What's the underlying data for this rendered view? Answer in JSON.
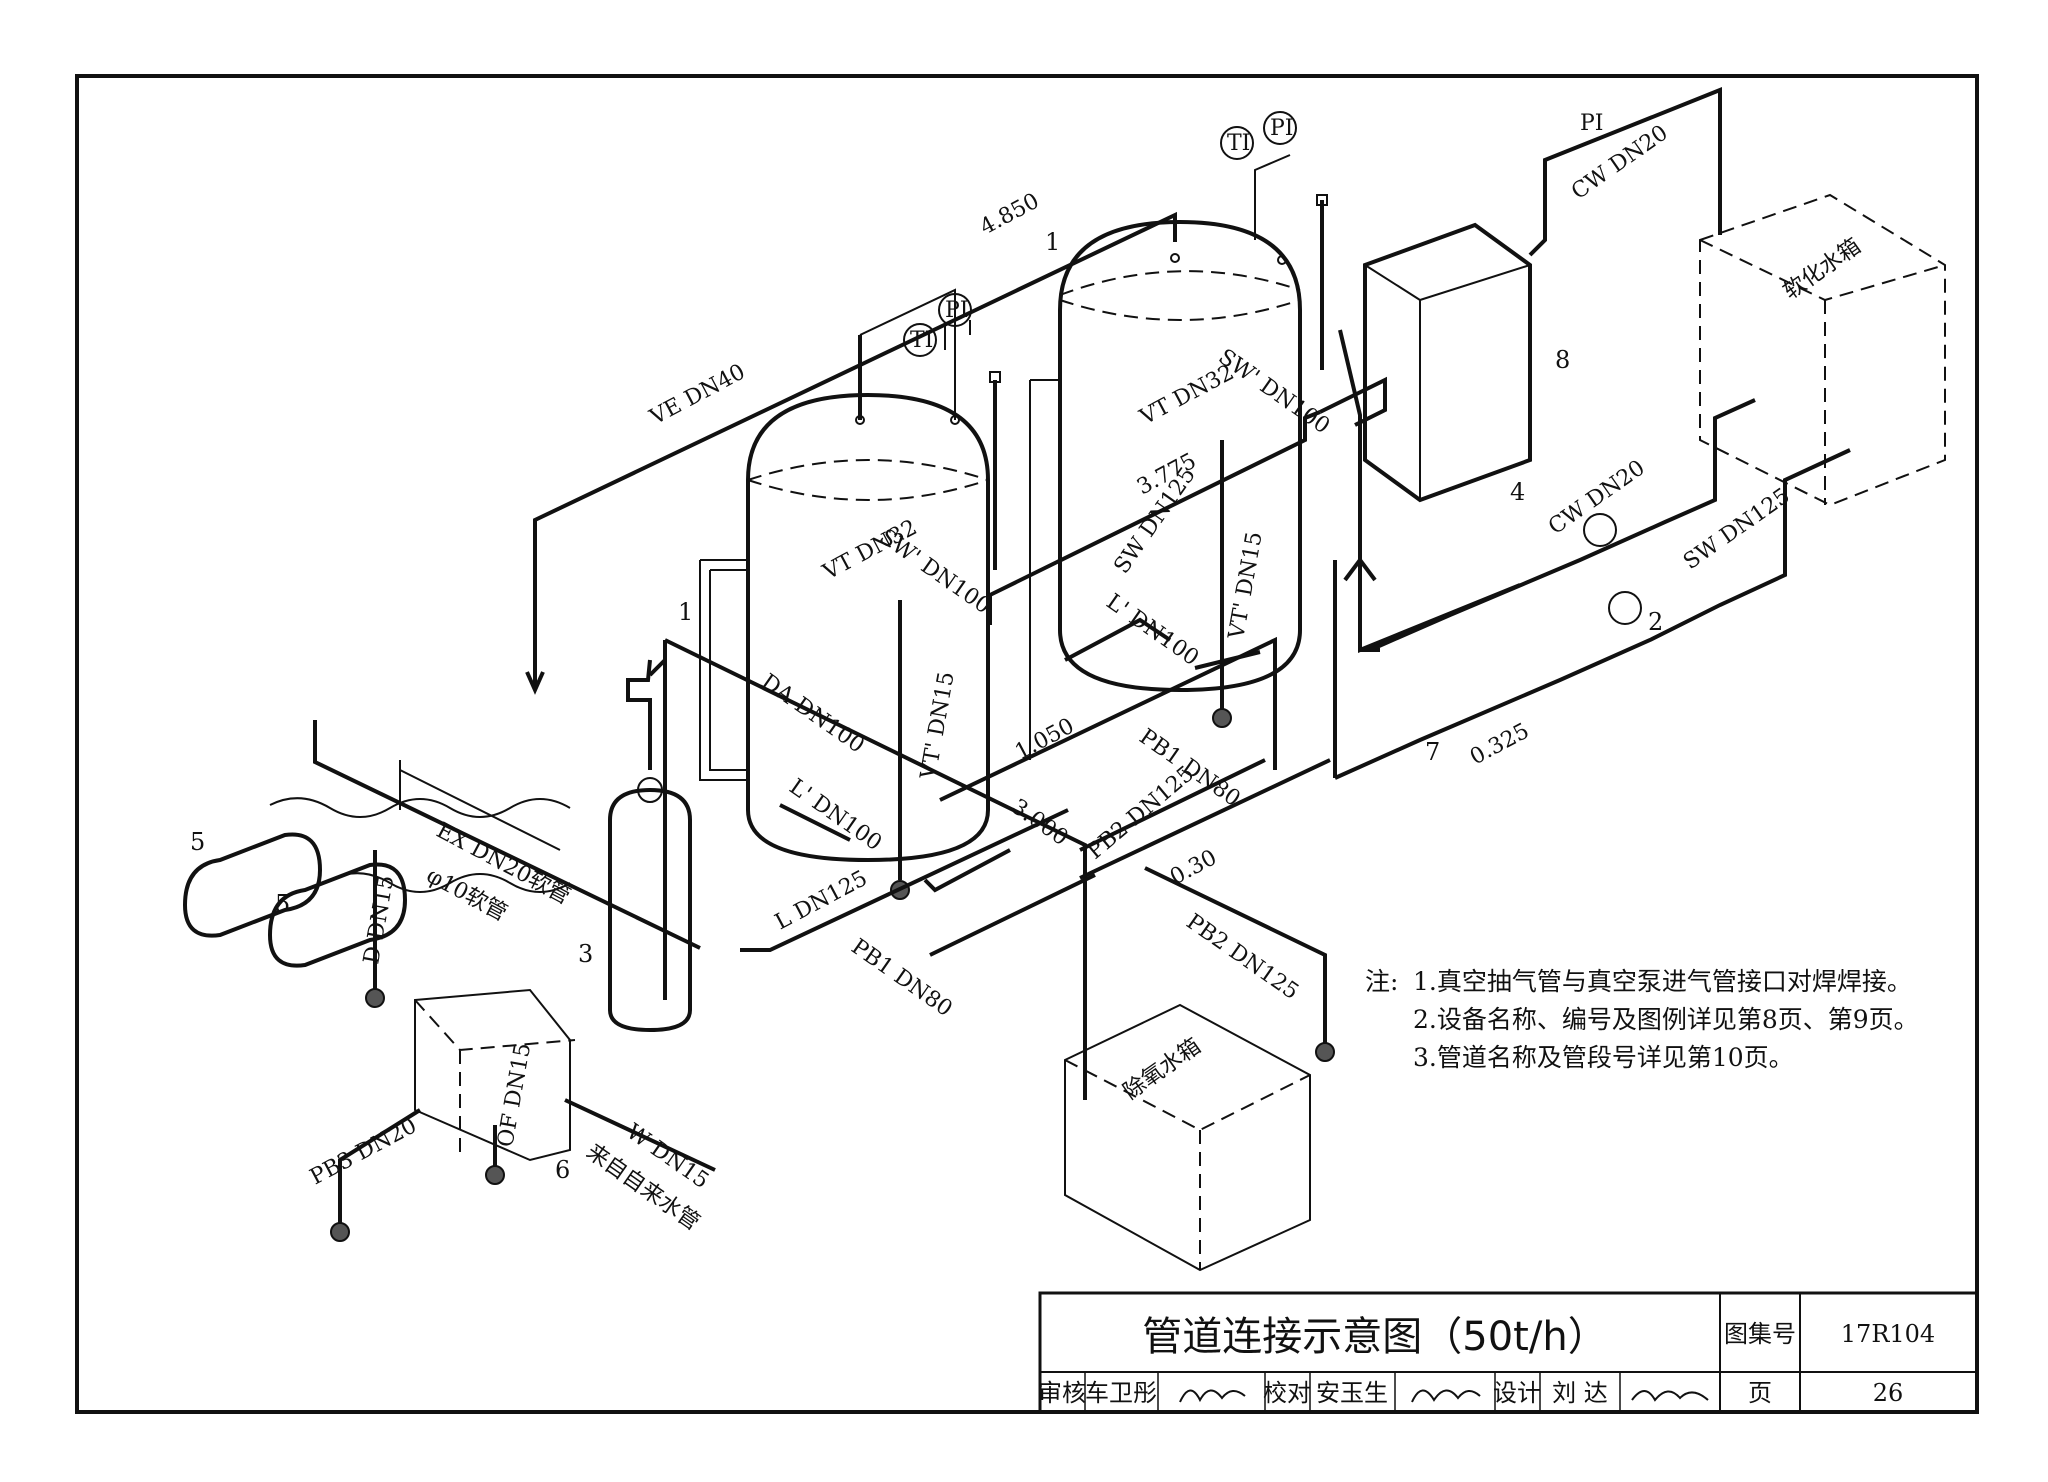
{
  "equipment": {
    "tank1": "1",
    "tank1_b": "1",
    "pump2": "2",
    "vessel3": "3",
    "pump4": "4",
    "pump5a": "5",
    "pump5b": "5",
    "box6": "6",
    "valve7": "7",
    "box8": "8"
  },
  "pipes": {
    "ve": "VE DN40",
    "sw_dn100_left": "SW' DN100",
    "vt_dn32_left": "VT DN32",
    "sw_dn100_right": "SW' DN100",
    "vt_dn32_right": "VT DN32",
    "sw_dn125": "SW DN125",
    "vt_dn15_right": "VT' DN15",
    "vt_dn15_left": "VT' DN15",
    "da_dn100": "DA DN100",
    "l_dn100_left": "L' DN100",
    "l_dn100_right": "L' DN100",
    "l_dn125": "L DN125",
    "pb1_dn80_left": "PB1 DN80",
    "pb1_dn80_right": "PB1 DN80",
    "pb2_dn125_mid": "PB2 DN125",
    "pb2_dn125_low": "PB2 DN125",
    "ex": "EX DN20软管",
    "phi": "φ10软管",
    "d_dn15": "D DN15",
    "of_dn15": "OF DN15",
    "w_dn15": "W DN15",
    "tap_water": "来自自来水管",
    "pb3": "PB3 DN20",
    "cw_top": "CW DN20",
    "cw_mid": "CW DN20",
    "sw_dn125_right": "SW DN125"
  },
  "elevations": {
    "e4850": "4.850",
    "e3775": "3.775",
    "e1050": "1.050",
    "e3000": "3.000",
    "e030": "0.30",
    "e0325": "0.325"
  },
  "instruments": {
    "ti_left": "TI",
    "pi_left": "PI",
    "ti_right": "TI",
    "pi_right": "PI",
    "pi_top": "PI"
  },
  "tanks": {
    "soft_water": "软化水箱",
    "deaerated_water": "除氧水箱"
  },
  "notes": {
    "prefix": "注:",
    "n1": "1.真空抽气管与真空泵进气管接口对焊焊接。",
    "n2": "2.设备名称、编号及图例详见第8页、第9页。",
    "n3": "3.管道名称及管段号详见第10页。"
  },
  "title_block": {
    "title": "管道连接示意图（50t/h）",
    "atlas_label": "图集号",
    "atlas_no": "17R104",
    "review_label": "审核",
    "reviewer": "车卫彤",
    "check_label": "校对",
    "checker": "安玉生",
    "design_label": "设计",
    "designer": "刘 达",
    "page_label": "页",
    "page_no": "26"
  }
}
